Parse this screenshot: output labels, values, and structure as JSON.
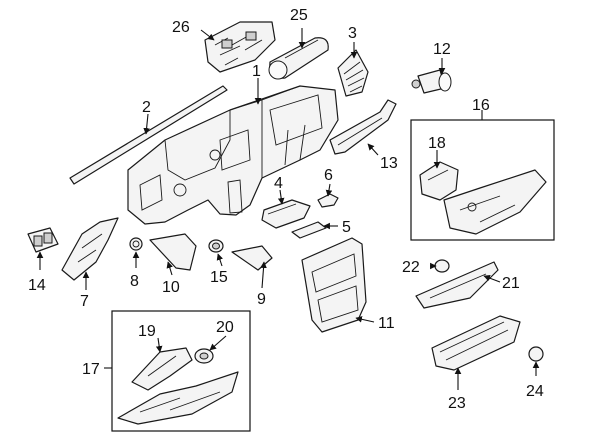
{
  "diagram": {
    "callouts": [
      {
        "id": "1",
        "label": "1"
      },
      {
        "id": "2",
        "label": "2"
      },
      {
        "id": "3",
        "label": "3"
      },
      {
        "id": "4",
        "label": "4"
      },
      {
        "id": "5",
        "label": "5"
      },
      {
        "id": "6",
        "label": "6"
      },
      {
        "id": "7",
        "label": "7"
      },
      {
        "id": "8",
        "label": "8"
      },
      {
        "id": "9",
        "label": "9"
      },
      {
        "id": "10",
        "label": "10"
      },
      {
        "id": "11",
        "label": "11"
      },
      {
        "id": "12",
        "label": "12"
      },
      {
        "id": "13",
        "label": "13"
      },
      {
        "id": "14",
        "label": "14"
      },
      {
        "id": "15",
        "label": "15"
      },
      {
        "id": "16",
        "label": "16"
      },
      {
        "id": "17",
        "label": "17"
      },
      {
        "id": "18",
        "label": "18"
      },
      {
        "id": "19",
        "label": "19"
      },
      {
        "id": "20",
        "label": "20"
      },
      {
        "id": "21",
        "label": "21"
      },
      {
        "id": "22",
        "label": "22"
      },
      {
        "id": "23",
        "label": "23"
      },
      {
        "id": "24",
        "label": "24"
      },
      {
        "id": "25",
        "label": "25"
      },
      {
        "id": "26",
        "label": "26"
      }
    ],
    "groups": [
      {
        "id": "16",
        "contains": [
          "18"
        ]
      },
      {
        "id": "17",
        "contains": [
          "19",
          "20"
        ]
      }
    ]
  }
}
